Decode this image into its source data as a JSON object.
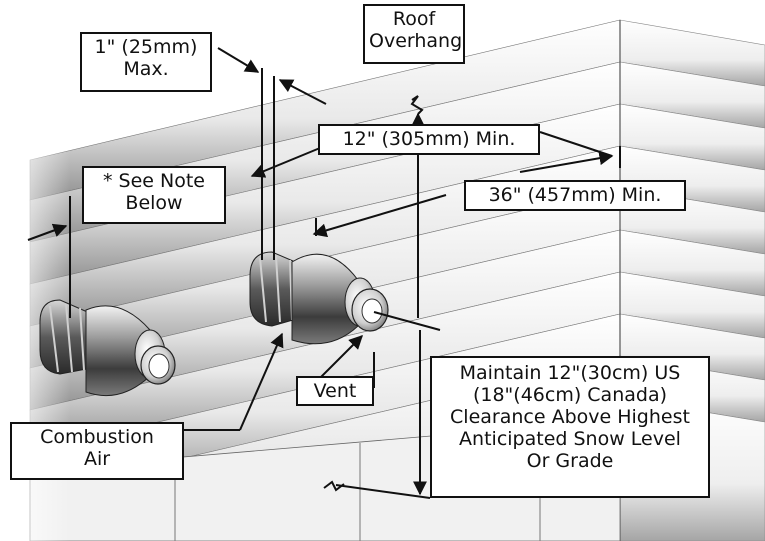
{
  "labels": {
    "roof_overhang": [
      "Roof",
      "Overhang"
    ],
    "max_offset": [
      "1\" (25mm)",
      "Max."
    ],
    "min_12": "12\" (305mm) Min.",
    "see_note": [
      "* See Note",
      "Below"
    ],
    "min_36": "36\" (457mm) Min.",
    "vent": "Vent",
    "combustion_air": [
      "Combustion",
      "Air"
    ],
    "snow_clearance": [
      "Maintain 12\"(30cm) US",
      "(18\"(46cm) Canada)",
      "Clearance Above Highest",
      "Anticipated Snow Level",
      "Or Grade"
    ]
  },
  "colors": {
    "ink": "#111111",
    "siding_light": "#f4f4f4",
    "siding_shade": "#9a9a9a",
    "metal_dark": "#3a3a3a",
    "metal_light": "#e6e6e6"
  }
}
